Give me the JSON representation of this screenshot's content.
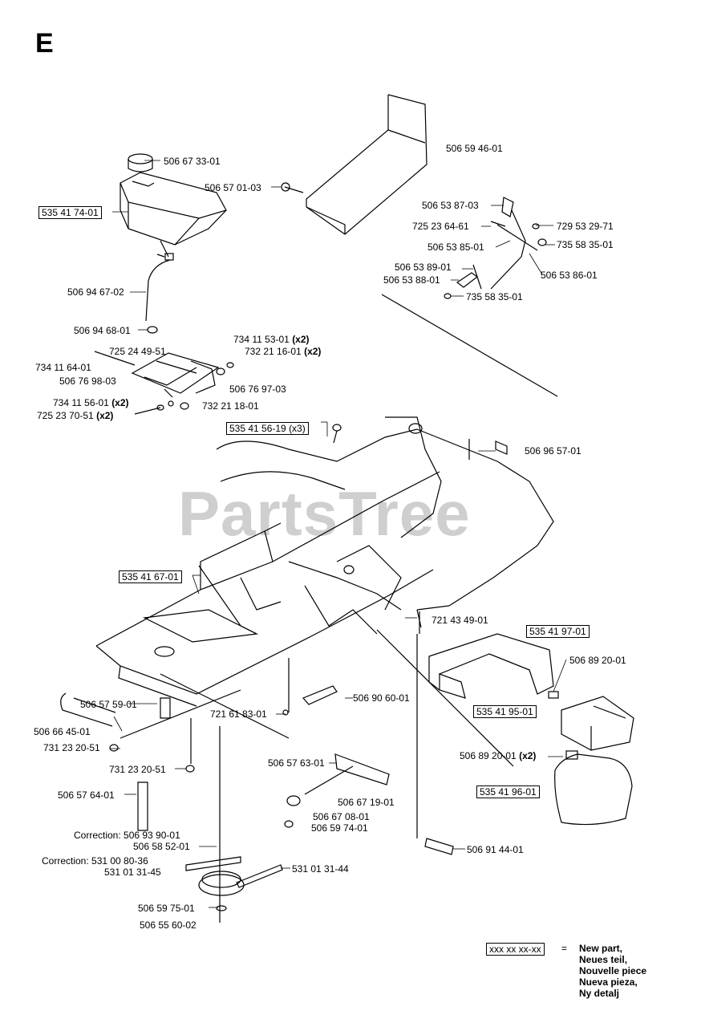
{
  "section": "E",
  "watermark": "PartsTree",
  "labels": {
    "l1": "506 67 33-01",
    "l2": "535 41 74-01",
    "l3": "506 57 01-03",
    "l4": "506 59 46-01",
    "l5": "506 53 87-03",
    "l6": "725 23 64-61",
    "l7": "729 53 29-71",
    "l8": "506 53 85-01",
    "l9": "735 58 35-01",
    "l10": "506 53 89-01",
    "l11": "506 53 88-01",
    "l12": "506 53 86-01",
    "l13": "735 58 35-01",
    "l14": "506 94 67-02",
    "l15": "506 94 68-01",
    "l16": "734 11 53-01",
    "l16x": "(x2)",
    "l17": "732 21 16-01",
    "l17x": "(x2)",
    "l18": "725 24 49-51",
    "l19": "734 11 64-01",
    "l20": "506 76 98-03",
    "l21": "506 76 97-03",
    "l22": "734 11 56-01",
    "l22x": "(x2)",
    "l23": "732 21 18-01",
    "l24": "725 23 70-51",
    "l24x": "(x2)",
    "l25": "535 41 56-19 (x3)",
    "l26": "506 96 57-01",
    "l27": "535 41 67-01",
    "l28": "721 43 49-01",
    "l29": "535 41 97-01",
    "l30": "506 89 20-01",
    "l31": "506 57 59-01",
    "l32": "721 61 83-01",
    "l33": "506 90 60-01",
    "l34": "535 41 95-01",
    "l35": "506 66 45-01",
    "l36": "731 23 20-51",
    "l37": "506 89 20-01",
    "l37x": "(x2)",
    "l38": "731 23 20-51",
    "l39": "506 57 63-01",
    "l40": "535 41 96-01",
    "l41": "506 57 64-01",
    "l42": "506 67 19-01",
    "l43": "506 67 08-01",
    "l44": "506 59 74-01",
    "l45": "Correction: 506 93 90-01",
    "l46": "506 58 52-01",
    "l47": "506 91 44-01",
    "l48": "Correction:  531 00 80-36",
    "l49": "531 01 31-45",
    "l50": "531 01 31-44",
    "l51": "506 59 75-01",
    "l52": "506 55 60-02"
  },
  "legend": {
    "key": "xxx xx xx-xx",
    "equals": "=",
    "items": [
      "New part,",
      "Neues teil,",
      "Nouvelle piece",
      "Nueva pieza,",
      "Ny detalj"
    ]
  }
}
